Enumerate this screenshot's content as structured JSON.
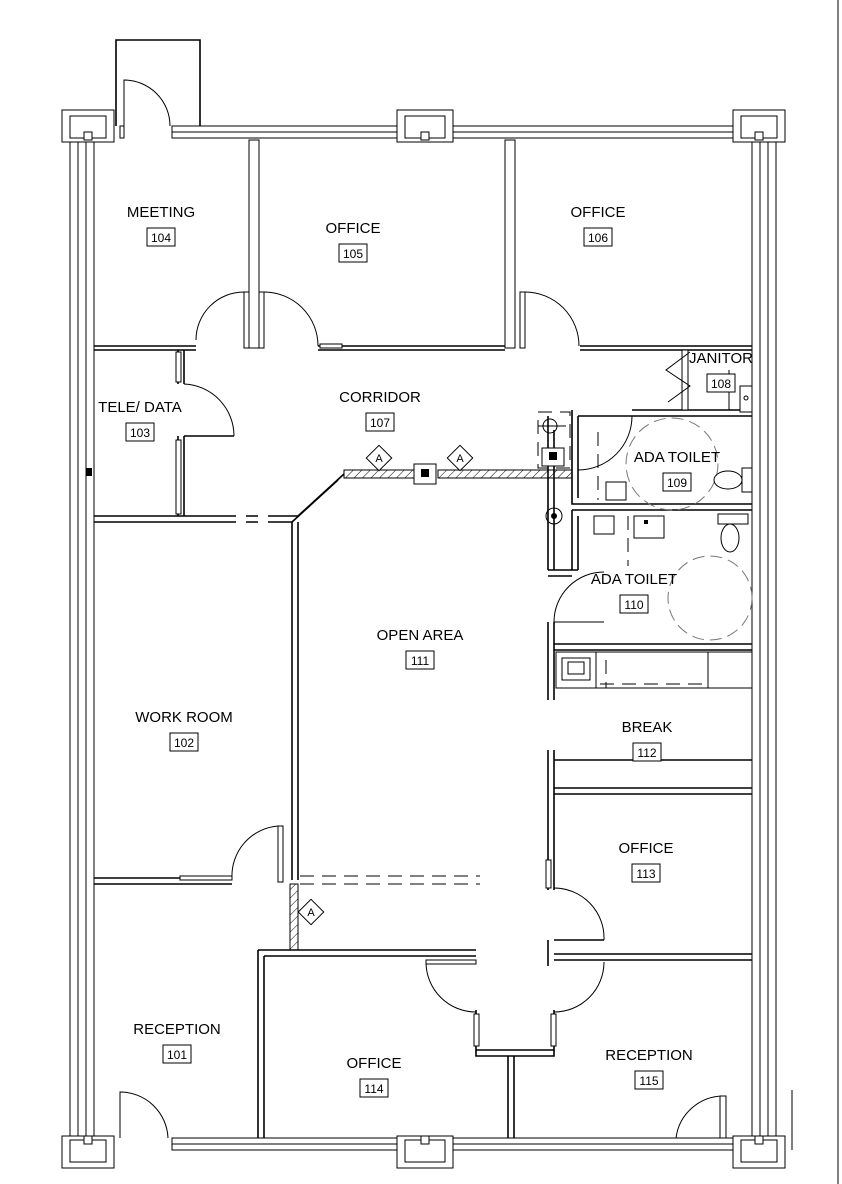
{
  "rooms": [
    {
      "id": "r104",
      "label": "MEETING",
      "number": "104"
    },
    {
      "id": "r105",
      "label": "OFFICE",
      "number": "105"
    },
    {
      "id": "r106",
      "label": "OFFICE",
      "number": "106"
    },
    {
      "id": "r108",
      "label": "JANITOR",
      "number": "108"
    },
    {
      "id": "r103",
      "label": "TELE/ DATA",
      "number": "103"
    },
    {
      "id": "r107",
      "label": "CORRIDOR",
      "number": "107"
    },
    {
      "id": "r109",
      "label": "ADA TOILET",
      "number": "109"
    },
    {
      "id": "r110",
      "label": "ADA TOILET",
      "number": "110"
    },
    {
      "id": "r111",
      "label": "OPEN AREA",
      "number": "111"
    },
    {
      "id": "r102",
      "label": "WORK ROOM",
      "number": "102"
    },
    {
      "id": "r112",
      "label": "BREAK",
      "number": "112"
    },
    {
      "id": "r113",
      "label": "OFFICE",
      "number": "113"
    },
    {
      "id": "r101",
      "label": "RECEPTION",
      "number": "101"
    },
    {
      "id": "r114",
      "label": "OFFICE",
      "number": "114"
    },
    {
      "id": "r115",
      "label": "RECEPTION",
      "number": "115"
    }
  ],
  "markers": {
    "section_tag": "A"
  }
}
